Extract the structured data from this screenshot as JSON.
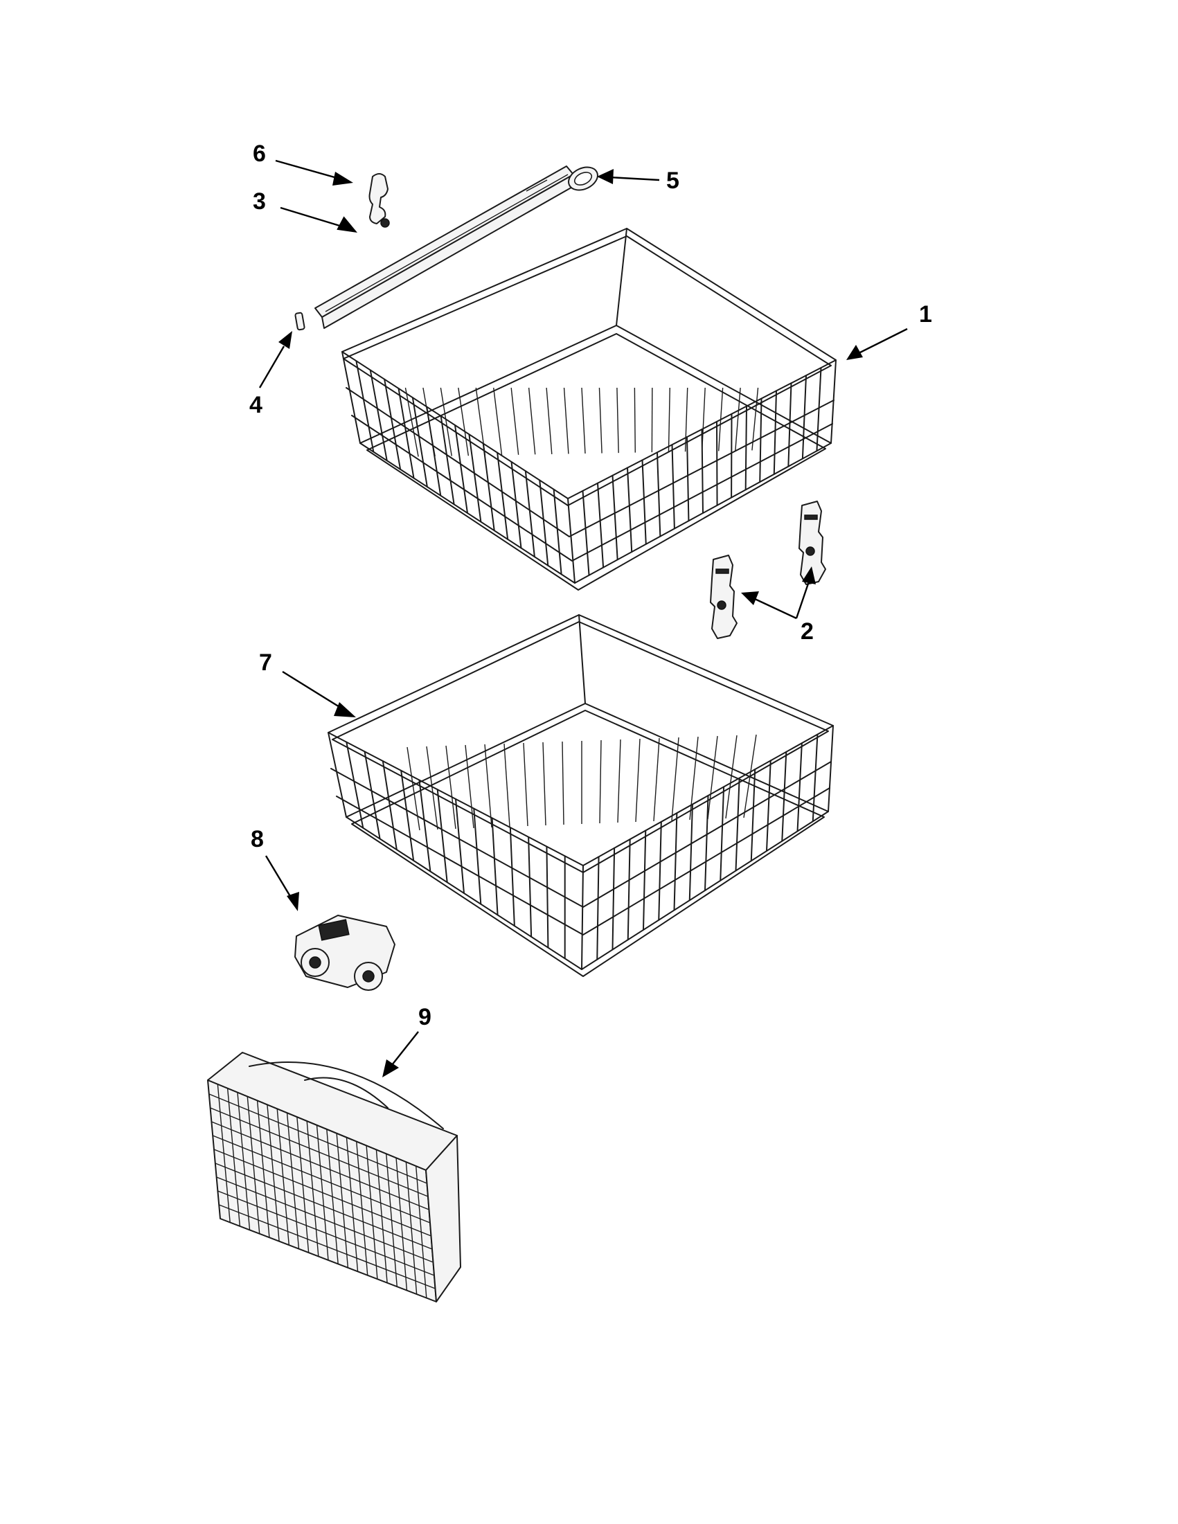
{
  "diagram": {
    "callouts": [
      {
        "id": "1",
        "label": "1",
        "part": "upper-rack"
      },
      {
        "id": "2",
        "label": "2",
        "part": "rack-adjuster"
      },
      {
        "id": "3",
        "label": "3",
        "part": "track"
      },
      {
        "id": "4",
        "label": "4",
        "part": "track-stop"
      },
      {
        "id": "5",
        "label": "5",
        "part": "track-end-cap"
      },
      {
        "id": "6",
        "label": "6",
        "part": "track-clip"
      },
      {
        "id": "7",
        "label": "7",
        "part": "lower-rack"
      },
      {
        "id": "8",
        "label": "8",
        "part": "wheel-assembly"
      },
      {
        "id": "9",
        "label": "9",
        "part": "silverware-basket"
      }
    ],
    "colors": {
      "ink": "#000000",
      "background": "#ffffff"
    }
  }
}
